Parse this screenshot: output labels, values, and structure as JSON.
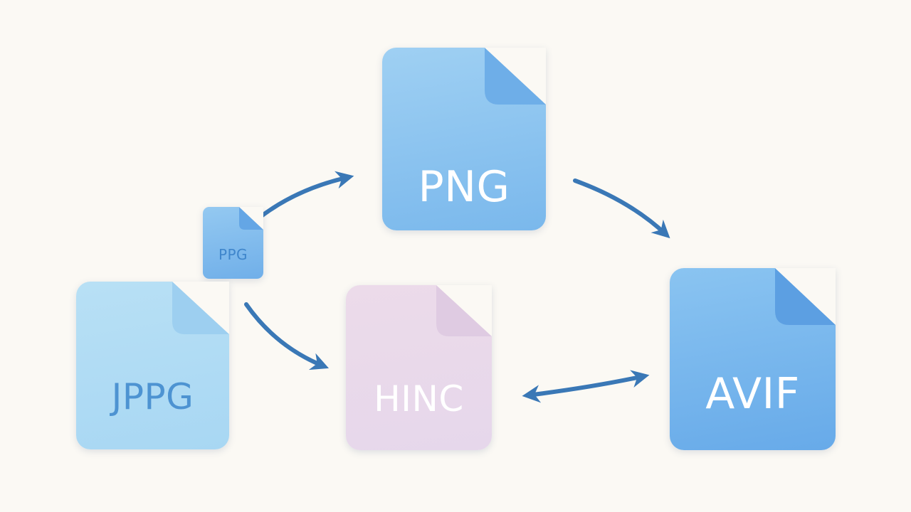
{
  "colors": {
    "background": "#fbf9f4",
    "arrow": "#3a78b6",
    "png_fill": "#8cc5f0",
    "ppg_fill": "#84bdef",
    "jppg_fill": "#b1dcf4",
    "hinc_fill": "#e9d9eb",
    "avif_fill": "#7ab7ed"
  },
  "files": {
    "png": {
      "label": "PNG",
      "icon": "file-icon"
    },
    "ppg": {
      "label": "PPG",
      "icon": "file-icon"
    },
    "jppg": {
      "label": "JPPG",
      "icon": "file-icon"
    },
    "hinc": {
      "label": "HINC",
      "icon": "file-icon"
    },
    "avif": {
      "label": "AVIF",
      "icon": "file-icon"
    }
  },
  "arrows": [
    {
      "from": "ppg",
      "to": "png",
      "direction": "one-way"
    },
    {
      "from": "png",
      "to": "avif",
      "direction": "one-way"
    },
    {
      "from": "ppg",
      "to": "hinc",
      "direction": "one-way"
    },
    {
      "from": "hinc",
      "to": "avif",
      "direction": "two-way"
    }
  ]
}
